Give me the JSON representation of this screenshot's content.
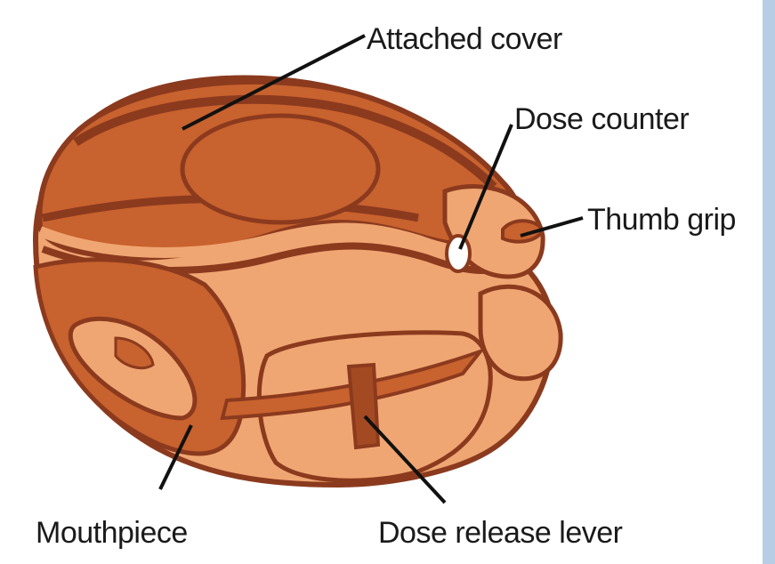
{
  "labels": {
    "attached_cover": "Attached cover",
    "dose_counter": "Dose counter",
    "thumb_grip": "Thumb grip",
    "mouthpiece": "Mouthpiece",
    "dose_release_lever": "Dose release lever"
  },
  "colors": {
    "outline": "#8b3a1e",
    "body_mid": "#c8622e",
    "body_light": "#f0a672",
    "body_dark": "#a34a22",
    "side_bar": "#b7cde6",
    "leader": "#111111"
  }
}
